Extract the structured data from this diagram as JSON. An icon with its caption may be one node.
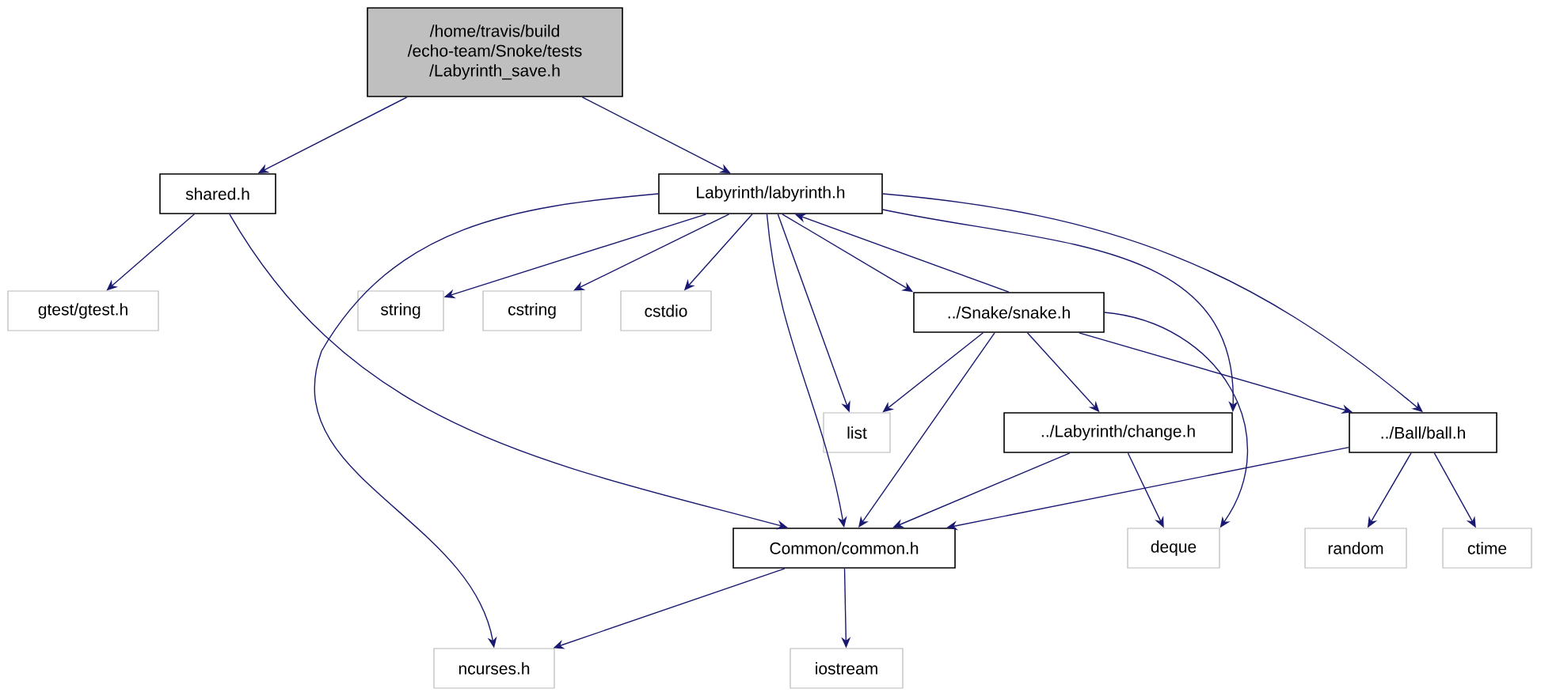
{
  "diagram": {
    "nodes": [
      {
        "text": [
          "/home/travis/build /echo-team/Snoke/tests /Labyrinth_save.h"
        ]
      },
      {
        "text": [
          "shared.h"
        ]
      },
      {
        "text": [
          "Labyrinth/labyrinth.h"
        ]
      },
      {
        "text": [
          "gtest/gtest.h"
        ]
      },
      {
        "text": [
          "string"
        ]
      },
      {
        "text": [
          "cstring"
        ]
      },
      {
        "text": [
          "cstdio"
        ]
      },
      {
        "text": [
          "../Snake/snake.h"
        ]
      },
      {
        "text": [
          "list"
        ]
      },
      {
        "text": [
          "../Labyrinth/change.h"
        ]
      },
      {
        "text": [
          "../Ball/ball.h"
        ]
      },
      {
        "text": [
          "Common/common.h"
        ]
      },
      {
        "text": [
          "deque"
        ]
      },
      {
        "text": [
          "random"
        ]
      },
      {
        "text": [
          "ctime"
        ]
      },
      {
        "text": [
          "ncurses.h"
        ]
      },
      {
        "text": [
          "iostream"
        ]
      }
    ],
    "edges": [
      {
        "from": 0,
        "to": 1,
        "arrow": "to"
      },
      {
        "from": 0,
        "to": 2,
        "arrow": "to"
      },
      {
        "from": 1,
        "to": 3,
        "arrow": "to"
      },
      {
        "from": 1,
        "to": 11,
        "arrow": "to"
      },
      {
        "from": 2,
        "to": 15,
        "arrow": "to"
      },
      {
        "from": 2,
        "to": 4,
        "arrow": "to"
      },
      {
        "from": 2,
        "to": 5,
        "arrow": "to"
      },
      {
        "from": 2,
        "to": 6,
        "arrow": "to"
      },
      {
        "from": 2,
        "to": 8,
        "arrow": "to"
      },
      {
        "from": 2,
        "to": 11,
        "arrow": "to"
      },
      {
        "from": 2,
        "to": 7,
        "arrow": "to"
      },
      {
        "from": 2,
        "to": 9,
        "arrow": "to"
      },
      {
        "from": 2,
        "to": 10,
        "arrow": "to"
      },
      {
        "from": 7,
        "to": 2,
        "arrow": "to"
      },
      {
        "from": 7,
        "to": 8,
        "arrow": "to"
      },
      {
        "from": 7,
        "to": 11,
        "arrow": "to"
      },
      {
        "from": 7,
        "to": 9,
        "arrow": "to"
      },
      {
        "from": 7,
        "to": 10,
        "arrow": "to"
      },
      {
        "from": 7,
        "to": 12,
        "arrow": "to"
      },
      {
        "from": 9,
        "to": 11,
        "arrow": "to"
      },
      {
        "from": 9,
        "to": 12,
        "arrow": "to"
      },
      {
        "from": 10,
        "to": 11,
        "arrow": "to"
      },
      {
        "from": 10,
        "to": 13,
        "arrow": "to"
      },
      {
        "from": 10,
        "to": 14,
        "arrow": "to"
      },
      {
        "from": 11,
        "to": 15,
        "arrow": "to"
      },
      {
        "from": 11,
        "to": 16,
        "arrow": "to"
      }
    ]
  }
}
